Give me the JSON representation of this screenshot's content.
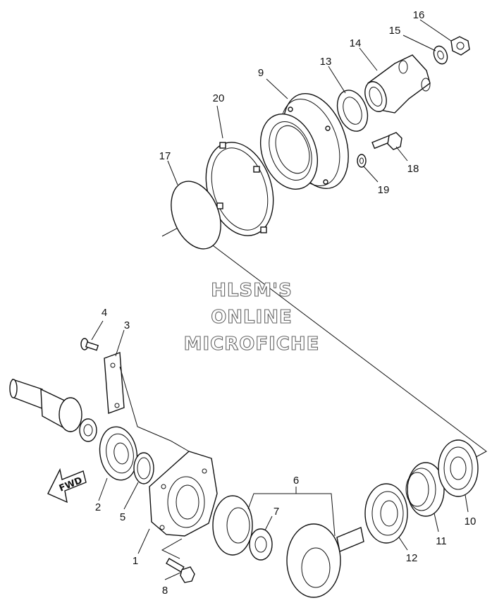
{
  "watermark": {
    "line1": "HLSM'S",
    "line2": "ONLINE",
    "line3": "MICROFICHE"
  },
  "arrow_label": "FWD",
  "callouts": {
    "p1": "1",
    "p2": "2",
    "p3": "3",
    "p4": "4",
    "p5": "5",
    "p6": "6",
    "p7": "7",
    "p8": "8",
    "p9": "9",
    "p10": "10",
    "p11": "11",
    "p12": "12",
    "p13": "13",
    "p14": "14",
    "p15": "15",
    "p16": "16",
    "p17": "17",
    "p18": "18",
    "p19": "19",
    "p20": "20"
  }
}
